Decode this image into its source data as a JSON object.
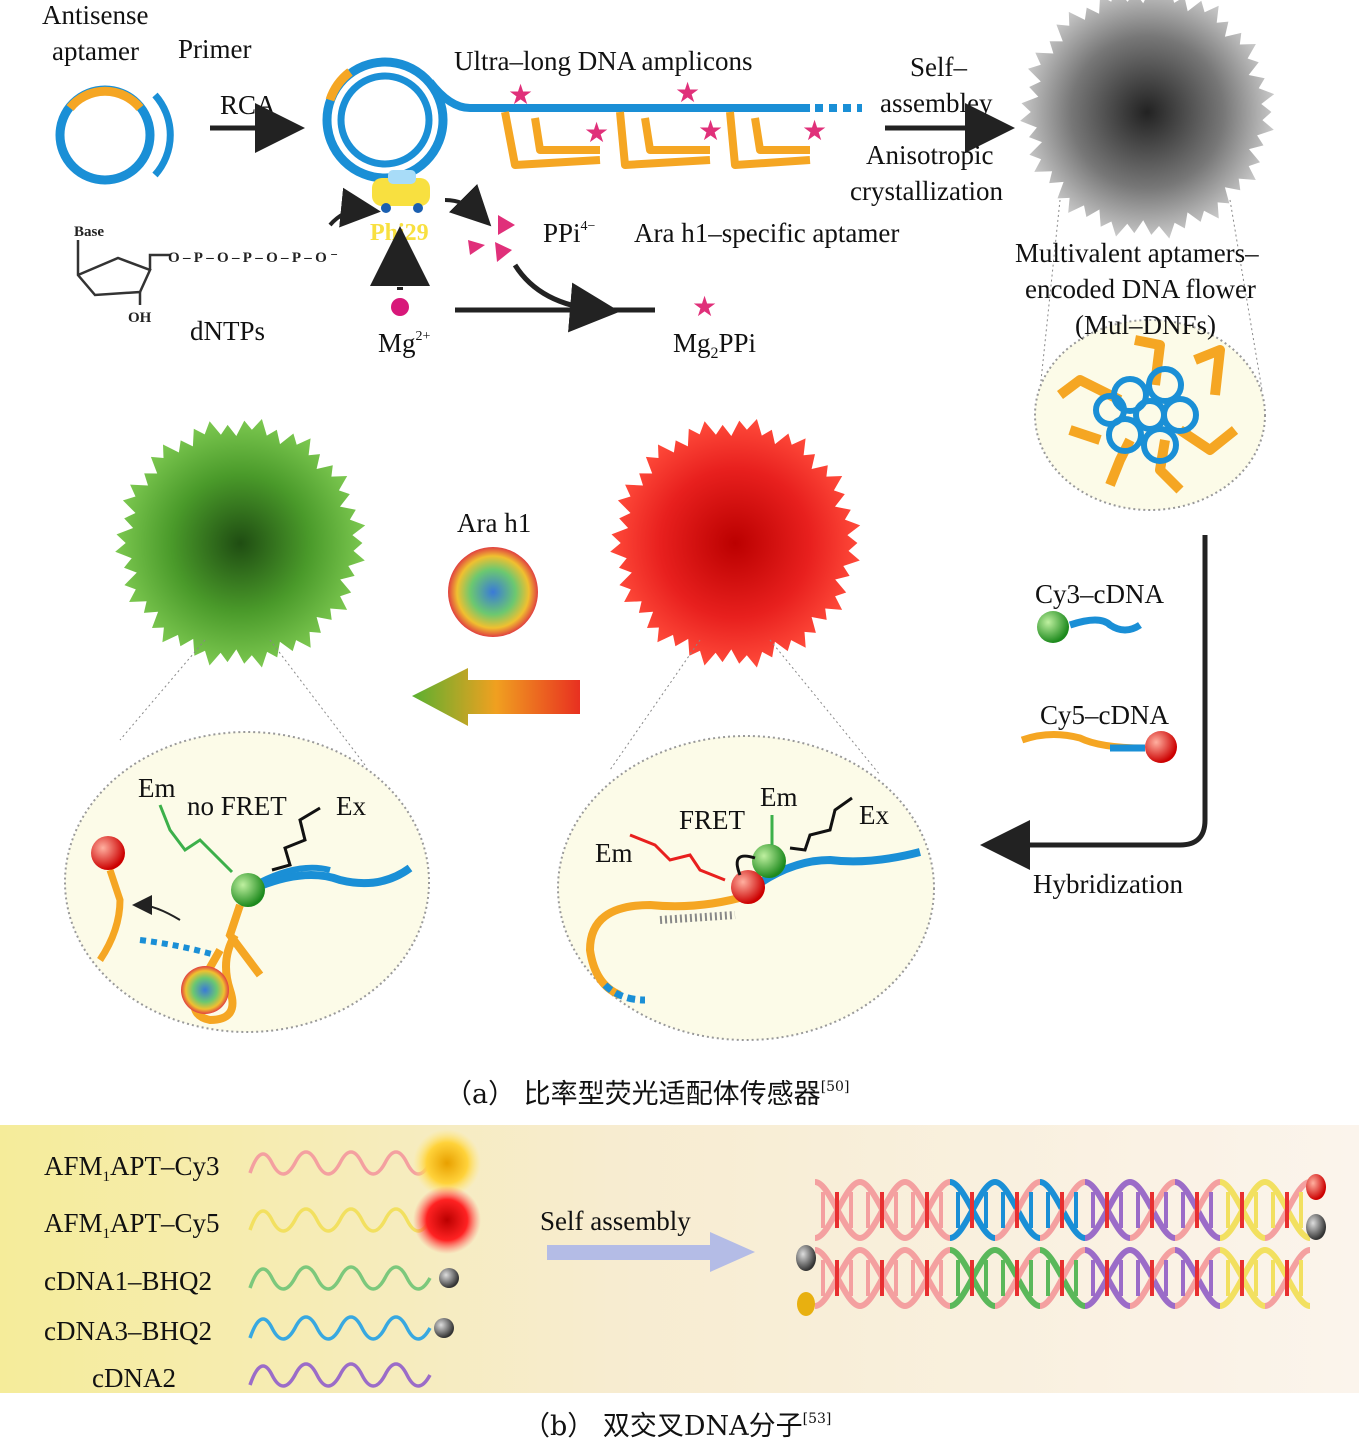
{
  "panel_a": {
    "antisense_aptamer": [
      "Antisense",
      "aptamer"
    ],
    "primer": "Primer",
    "rca": "RCA",
    "amplicons": "Ultra–long DNA amplicons",
    "self_assembley": [
      "Self–",
      "assembley"
    ],
    "anisotropic": [
      "Anisotropic",
      "crystallization"
    ],
    "phi29": "Phi29",
    "ppi": "PPi",
    "ppi_charge": "4−",
    "ara_specific": "Ara h1–specific aptamer",
    "dntps": "dNTPs",
    "base": "Base",
    "oh": "OH",
    "phosphate_chain": "O–P–O–P–O–P–O⁻",
    "mg": "Mg",
    "mg_charge": "2+",
    "mg2ppi": [
      "Mg",
      "2",
      "PPi"
    ],
    "dnf_label": [
      "Multivalent aptamers–",
      "encoded DNA flower",
      "(Mul–DNFs)"
    ],
    "ara_h1": "Ara h1",
    "cy3": "Cy3–cDNA",
    "cy5": "Cy5–cDNA",
    "hybridization": "Hybridization",
    "left_zoom": {
      "em": "Em",
      "no_fret": "no  FRET",
      "ex": "Ex"
    },
    "right_zoom": {
      "em1": "Em",
      "fret": "FRET",
      "em2": "Em",
      "ex": "Ex"
    },
    "caption": "（a） 比率型荧光适配体传感器",
    "caption_ref": "[50]"
  },
  "panel_b": {
    "strands": [
      {
        "pre": "AFM",
        "sub": "1",
        "post": "APT–Cy3",
        "color": "#f4a0a0"
      },
      {
        "pre": "AFM",
        "sub": "1",
        "post": "APT–Cy5",
        "color": "#f2e060"
      },
      {
        "pre": "cDNA1–BHQ2",
        "sub": "",
        "post": "",
        "color": "#7cc87c"
      },
      {
        "pre": "cDNA3–BHQ2",
        "sub": "",
        "post": "",
        "color": "#38a8e0"
      },
      {
        "pre": "cDNA2",
        "sub": "",
        "post": "",
        "color": "#9b6cc8"
      }
    ],
    "self_assembly": "Self assembly",
    "caption": "（b） 双交叉DNA分子",
    "caption_ref": "[53]"
  },
  "colors": {
    "blue": "#1a8fd6",
    "orange": "#f5a623",
    "green": "#4aa52e",
    "red": "#e8201e",
    "pink": "#e0307a"
  }
}
